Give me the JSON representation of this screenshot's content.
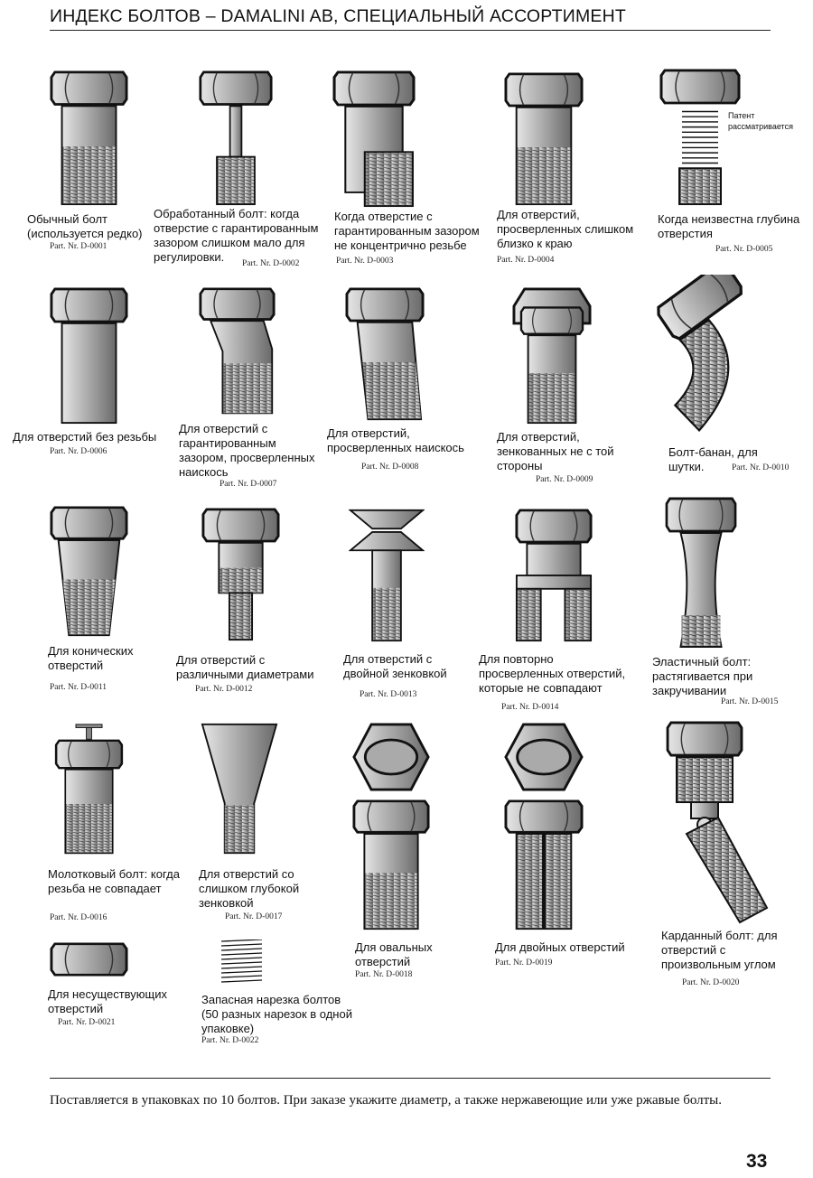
{
  "title": "ИНДЕКС БОЛТОВ – DAMALINI AB, СПЕЦИАЛЬНЫЙ АССОРТИМЕНТ",
  "patent_note": "Патент\nрассматривается",
  "items": [
    {
      "caption": "Обычный болт\n(используется редко)",
      "part": "Part. Nr. D-0001",
      "icon": "plain-bolt-icon"
    },
    {
      "caption": "Обработанный болт: когда\nотверстие с гарантированным\nзазором слишком мало для\nрегулировки.",
      "part": "Part. Nr. D-0002",
      "icon": "machined-bolt-icon"
    },
    {
      "caption": "Когда отверстие с\nгарантированным зазором\nне концентрично резьбе",
      "part": "Part. Nr. D-0003",
      "icon": "offset-bolt-icon"
    },
    {
      "caption": "Для отверстий,\nпросверленных слишком\nблизко к краю",
      "part": "Part. Nr. D-0004",
      "icon": "edge-bolt-icon"
    },
    {
      "caption": "Когда неизвестна глубина\nотверстия",
      "part": "Part. Nr. D-0005",
      "icon": "spring-bolt-icon"
    },
    {
      "caption": "Для отверстий без резьбы",
      "part": "Part. Nr. D-0006",
      "icon": "unthreaded-bolt-icon"
    },
    {
      "caption": "Для отверстий с\nгарантированным\nзазором, просверленных\nнаискось",
      "part": "Part. Nr. D-0007",
      "icon": "bent-bolt-icon"
    },
    {
      "caption": "Для отверстий,\nпросверленных наискось",
      "part": "Part. Nr. D-0008",
      "icon": "angled-bolt-icon"
    },
    {
      "caption": "Для отверстий,\nзенкованных не с той\nстороны",
      "part": "Part. Nr. D-0009",
      "icon": "reverse-countersunk-bolt-icon"
    },
    {
      "caption": "Болт-банан, для\nшутки.",
      "part": "Part. Nr. D-0010",
      "icon": "banana-bolt-icon"
    },
    {
      "caption": "Для конических\nотверстий",
      "part": "Part. Nr. D-0011",
      "icon": "conical-bolt-icon"
    },
    {
      "caption": "Для отверстий с\nразличными диаметрами",
      "part": "Part. Nr. D-0012",
      "icon": "stepped-bolt-icon"
    },
    {
      "caption": "Для отверстий с\nдвойной зенковкой",
      "part": "Part. Nr. D-0013",
      "icon": "double-countersunk-bolt-icon"
    },
    {
      "caption": "Для повторно\nпросверленных отверстий,\nкоторые не совпадают",
      "part": "Part. Nr. D-0014",
      "icon": "forked-bolt-icon"
    },
    {
      "caption": "Эластичный болт:\nрастягивается при\nзакручивании",
      "part": "Part. Nr. D-0015",
      "icon": "elastic-bolt-icon"
    },
    {
      "caption": "Молотковый болт: когда\nрезьба не совпадает",
      "part": "Part. Nr. D-0016",
      "icon": "hammer-bolt-icon"
    },
    {
      "caption": "Для отверстий со\nслишком глубокой\nзенковкой",
      "part": "Part. Nr. D-0017",
      "icon": "deep-countersunk-bolt-icon"
    },
    {
      "caption": "Для овальных\nотверстий",
      "part": "Part. Nr. D-0018",
      "icon": "oval-bolt-icon"
    },
    {
      "caption": "Для двойных отверстий",
      "part": "Part. Nr. D-0019",
      "icon": "double-bolt-icon"
    },
    {
      "caption": "Карданный болт: для\nотверстий с\nпроизвольным углом",
      "part": "Part. Nr. D-0020",
      "icon": "cardan-bolt-icon"
    },
    {
      "caption": "Для несуществующих\nотверстий",
      "part": "Part. Nr. D-0021",
      "icon": "head-only-bolt-icon"
    },
    {
      "caption": "Запасная нарезка болтов\n(50 разных нарезок в одной\nупаковке)",
      "part": "Part. Nr. D-0022",
      "icon": "spare-thread-icon"
    }
  ],
  "footer": "Поставляется в упаковках по 10 болтов. При заказе укажите диаметр, а также нержавеющие или уже ржавые болты.",
  "page_number": "33"
}
